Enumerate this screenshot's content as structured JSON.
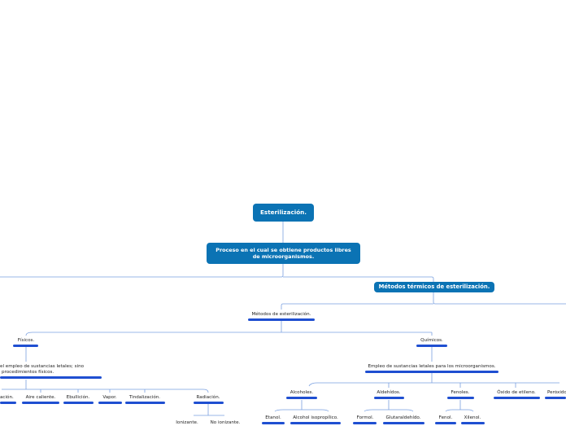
{
  "colors": {
    "box": "#0b73b4",
    "line": "#7aa0e0",
    "bar": "#1f4fd1"
  },
  "root": {
    "title": "Esterilización."
  },
  "definition": {
    "text": "Proceso en el cual se obtiene productos libres de microorganismos."
  },
  "thermal": {
    "title": "Métodos térmicos de esterilización."
  },
  "methods": {
    "label": "Métodos de esterilización."
  },
  "physical": {
    "label": "Físicos.",
    "desc_line1": "el empleo de sustancias letales; sino",
    "desc_line2": "procedimientos físicos.",
    "items": [
      "ación.",
      "Aire caliente.",
      "Ebullición.",
      "Vapor.",
      "Tindalización.",
      "Radiación."
    ],
    "radiation_children": [
      "Ionizante.",
      "No ionizante."
    ]
  },
  "chemical": {
    "label": "Químicos.",
    "desc": "Empleo de sustancias letales para los microorganismos.",
    "items": [
      "Alcoholes.",
      "Aldehídos.",
      "Fenoles.",
      "Óxido de etileno.",
      "Peróxido"
    ],
    "alcohols": [
      "Etanol.",
      "Alcohol isopropílico."
    ],
    "aldehydes": [
      "Formol.",
      "Glutaraldehído."
    ],
    "phenols": [
      "Fenol.",
      "Xilenol."
    ]
  }
}
